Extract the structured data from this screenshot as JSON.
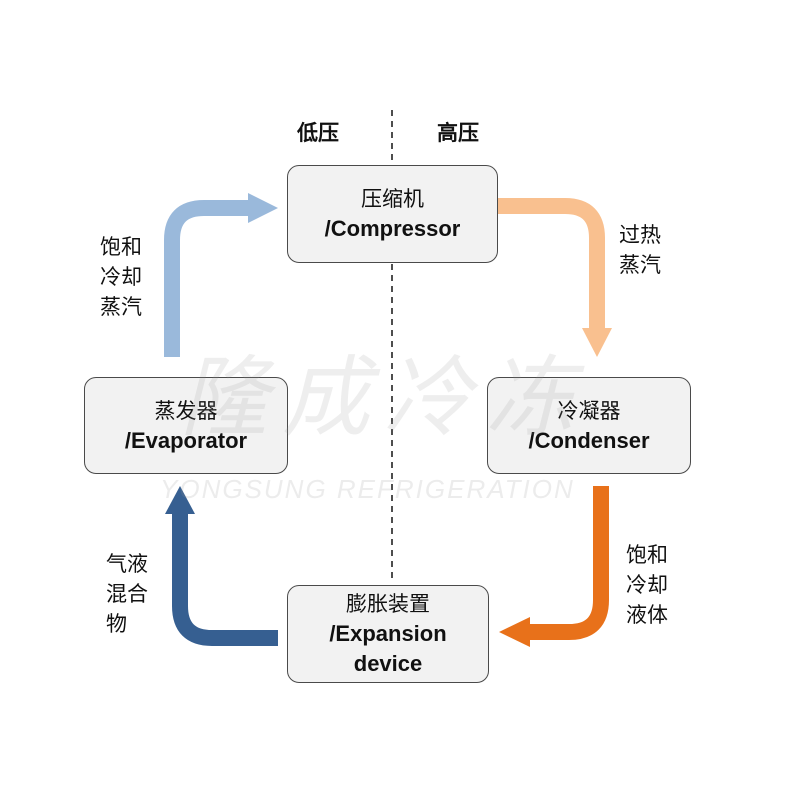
{
  "zones": {
    "low": "低压",
    "high": "高压"
  },
  "components": {
    "compressor": {
      "zh": "压缩机",
      "en": "/Compressor"
    },
    "condenser": {
      "zh": "冷凝器",
      "en": "/Condenser"
    },
    "evaporator": {
      "zh": "蒸发器",
      "en": "/Evaporator"
    },
    "expansion": {
      "zh": "膨胀装置",
      "en": "/Expansion",
      "en2": "device"
    }
  },
  "states": {
    "superheated_vapor": "过热蒸汽",
    "saturated_vapor": "饱和冷却蒸汽",
    "saturated_liquid": "饱和冷却液体",
    "mixture": "气液混合物"
  },
  "watermark": {
    "cn": "隆成冷冻",
    "en": "YONGSUNG REFRIGERATION"
  },
  "colors": {
    "light_orange": "#f9c08f",
    "orange": "#e8711a",
    "light_blue": "#9ab9db",
    "dark_blue": "#365f91",
    "box_fill": "#f2f2f2",
    "box_border": "#4a4a4a"
  }
}
